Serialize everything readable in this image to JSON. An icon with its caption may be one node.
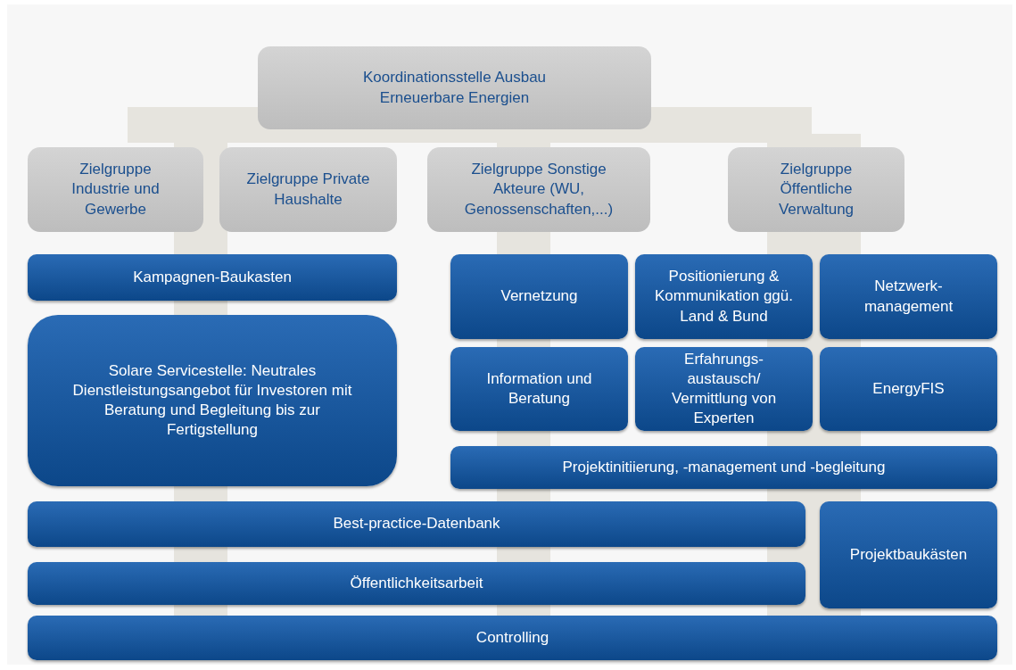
{
  "diagram": {
    "nodes": [
      {
        "text": [
          "Koordinationsstelle Ausbau Erneuerbare Energien"
        ]
      },
      {
        "text": [
          "Zielgruppe Industrie und Gewerbe"
        ]
      },
      {
        "text": [
          "Zielgruppe Private Haushalte"
        ]
      },
      {
        "text": [
          "Zielgruppe Sonstige Akteure (WU, Genossenschaften,...)"
        ]
      },
      {
        "text": [
          "Zielgruppe Öffentliche Verwaltung"
        ]
      },
      {
        "text": [
          "Kampagnen-Baukasten"
        ]
      },
      {
        "text": [
          "Solare Servicestelle:  Neutrales Dienstleistungsangebot für Investoren mit Beratung und Begleitung bis zur Fertigstellung"
        ]
      },
      {
        "text": [
          "Vernetzung"
        ]
      },
      {
        "text": [
          "Positionierung & Kommunikation ggü. Land & Bund"
        ]
      },
      {
        "text": [
          "Netzwerk-management"
        ]
      },
      {
        "text": [
          "Information und Beratung"
        ]
      },
      {
        "text": [
          "Erfahrungs-austausch/ Vermittlung von Experten"
        ]
      },
      {
        "text": [
          "EnergyFIS"
        ]
      },
      {
        "text": [
          "Projektinitiierung, -management und -begleitung"
        ]
      },
      {
        "text": [
          "Best-practice-Datenbank"
        ]
      },
      {
        "text": [
          "Öffentlichkeitsarbeit"
        ]
      },
      {
        "text": [
          "Projektbaukästen"
        ]
      },
      {
        "text": [
          "Controlling"
        ]
      }
    ]
  }
}
